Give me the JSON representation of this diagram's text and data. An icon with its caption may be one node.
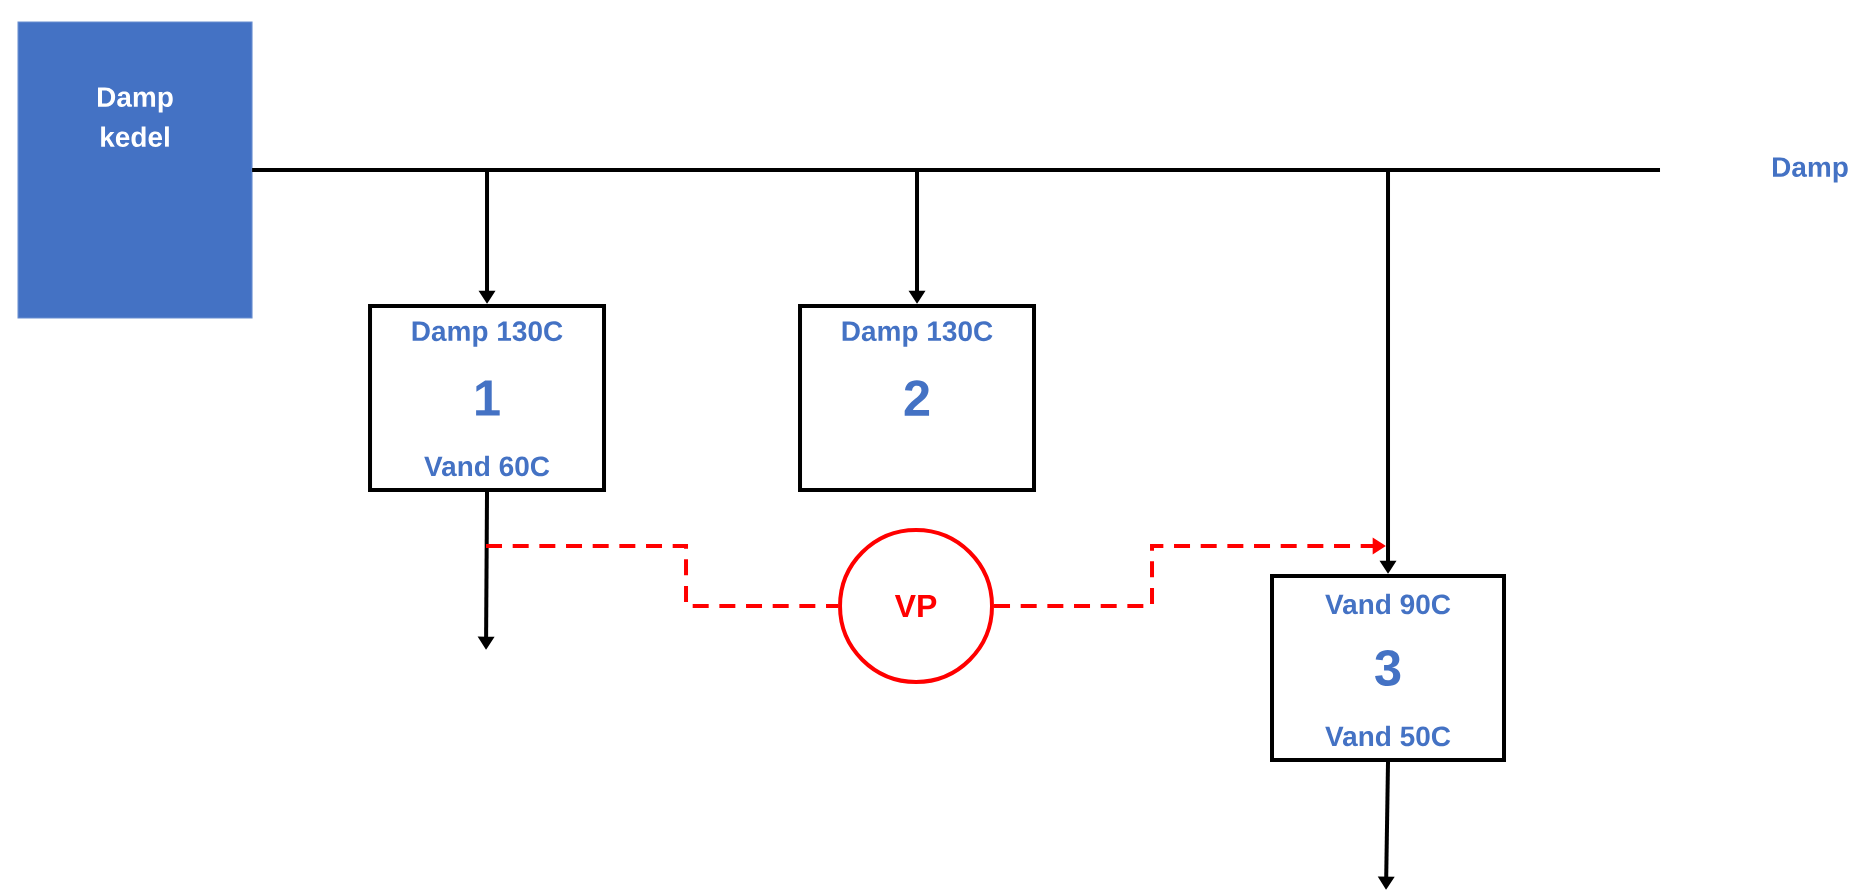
{
  "diagram": {
    "nodes": [
      {
        "text": [
          "Damp kedel"
        ]
      },
      {
        "text": [
          "Damp 130C",
          "1",
          "Vand 60C"
        ]
      },
      {
        "text": [
          "Damp 130C",
          "2"
        ]
      },
      {
        "text": [
          "Vand 90C",
          "3",
          "Vand 50C"
        ]
      },
      {
        "text": [
          "VP"
        ]
      }
    ],
    "edges": [
      {
        "from": 0,
        "to": 1,
        "arrow": "to"
      },
      {
        "from": 0,
        "to": 2,
        "arrow": "to"
      },
      {
        "from": 0,
        "to": 3,
        "arrow": "to"
      },
      {
        "from": 0,
        "to": null,
        "arrow": "none"
      },
      {
        "from": 1,
        "to": null,
        "arrow": "to"
      },
      {
        "from": 3,
        "to": null,
        "arrow": "to"
      },
      {
        "from": null,
        "to": 4,
        "arrow": "none",
        "style": "dashed",
        "color": "#ff0000"
      },
      {
        "from": 4,
        "to": null,
        "arrow": "to",
        "style": "dashed",
        "color": "#ff0000"
      }
    ],
    "labels": [
      "Damp"
    ]
  }
}
